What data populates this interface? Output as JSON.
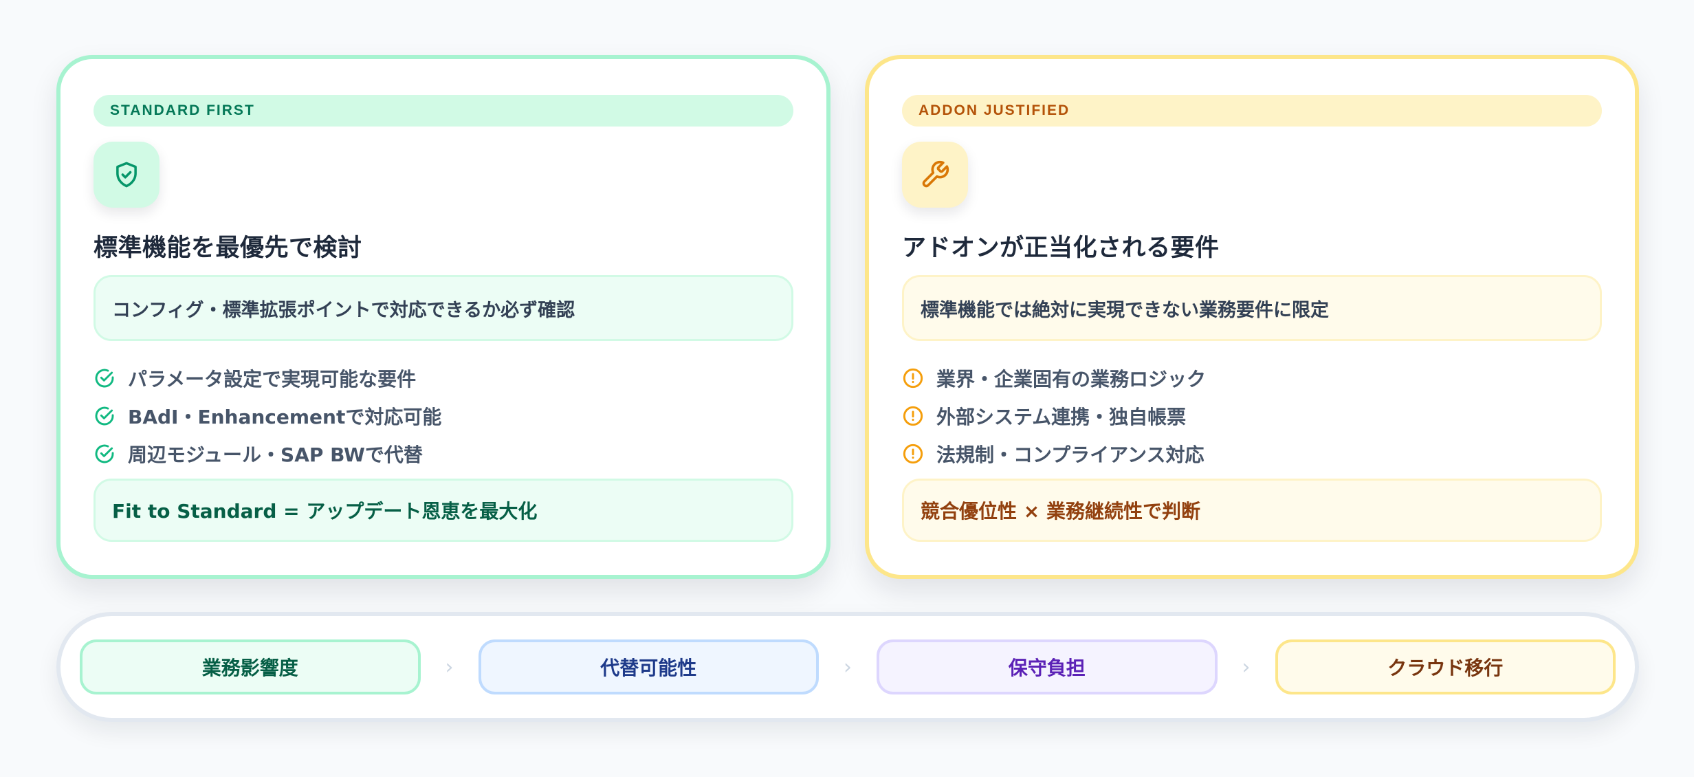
{
  "colors": {
    "page_bg": "#f8fafc",
    "green_border": "#a7f3d0",
    "green_accent": "#059669",
    "yellow_border": "#fde68a",
    "yellow_accent": "#d97706",
    "text_dark": "#1e293b"
  },
  "cards": [
    {
      "badge": "STANDARD FIRST",
      "icon": "shield-check-icon",
      "title": "標準機能を最優先で検討",
      "callout": "コンフィグ・標準拡張ポイントで対応できるか必ず確認",
      "items": [
        {
          "icon": "circle-check-icon",
          "label": "パラメータ設定で実現可能な要件"
        },
        {
          "icon": "circle-check-icon",
          "label": "BAdI・Enhancementで対応可能"
        },
        {
          "icon": "circle-check-icon",
          "label": "周辺モジュール・SAP BWで代替"
        }
      ],
      "footer": "Fit to Standard = アップデート恩恵を最大化"
    },
    {
      "badge": "ADDON JUSTIFIED",
      "icon": "wrench-icon",
      "title": "アドオンが正当化される要件",
      "callout": "標準機能では絶対に実現できない業務要件に限定",
      "items": [
        {
          "icon": "circle-alert-icon",
          "label": "業界・企業固有の業務ロジック"
        },
        {
          "icon": "circle-alert-icon",
          "label": "外部システム連携・独自帳票"
        },
        {
          "icon": "circle-alert-icon",
          "label": "法規制・コンプライアンス対応"
        }
      ],
      "footer": "競合優位性 × 業務継続性で判断"
    }
  ],
  "flow": {
    "steps": [
      {
        "label": "業務影響度",
        "bg": "#ecfdf5",
        "border": "#a7f3d0",
        "color": "#065f46"
      },
      {
        "label": "代替可能性",
        "bg": "#eff6ff",
        "border": "#bfdbfe",
        "color": "#1e3a8a"
      },
      {
        "label": "保守負担",
        "bg": "#f5f3ff",
        "border": "#ddd6fe",
        "color": "#5b21b6"
      },
      {
        "label": "クラウド移行",
        "bg": "#fffbeb",
        "border": "#fde68a",
        "color": "#78350f"
      }
    ],
    "separator": "›"
  }
}
